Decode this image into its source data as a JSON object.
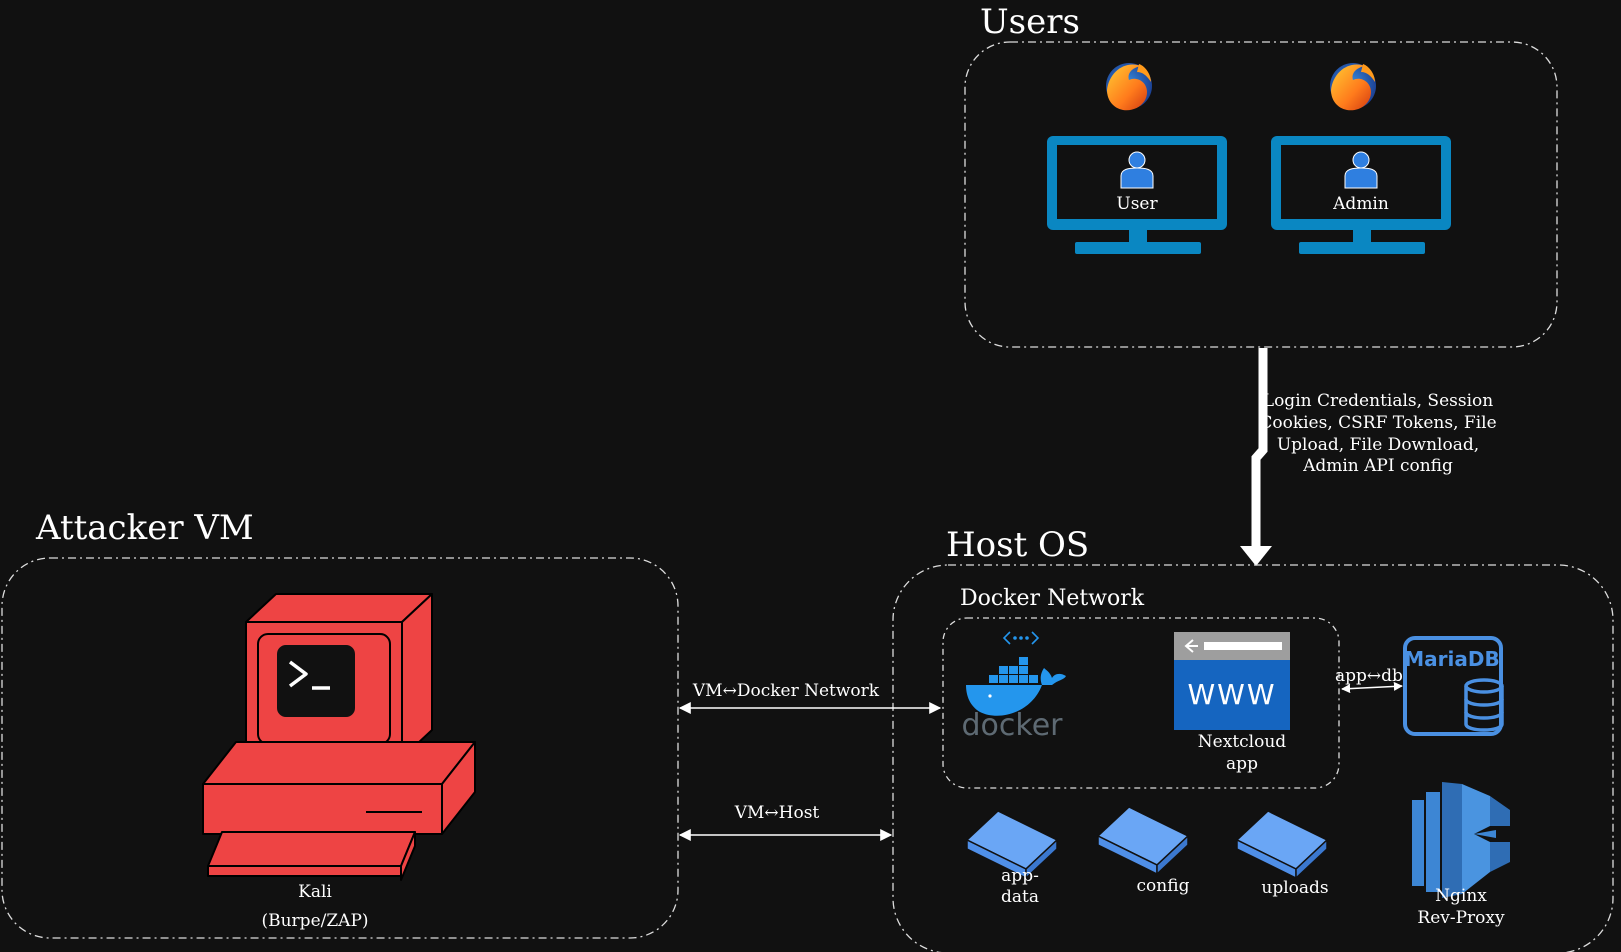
{
  "groups": {
    "users": "Users",
    "attacker": "Attacker VM",
    "host": "Host OS",
    "docker_network": "Docker Network"
  },
  "users": {
    "user_label": "User",
    "admin_label": "Admin"
  },
  "flow_label": {
    "line1": "Login Credentials,  Session",
    "line2": "Cookies, CSRF Tokens, File",
    "line3": "Upload, File Download,",
    "line4": "Admin API config"
  },
  "attacker": {
    "name_line1": "Kali",
    "name_line2": "(Burpe/ZAP)"
  },
  "links": {
    "vm_docker": "VM↔Docker Network",
    "vm_host": "VM↔Host",
    "app_db": "app↔db"
  },
  "docker_network": {
    "docker_logo_text": "docker",
    "www_text": "WWW",
    "app_line1": "Nextcloud",
    "app_line2": "app"
  },
  "mariadb": {
    "logo_text": "MariaDB"
  },
  "volumes": {
    "appdata_line1": "app-",
    "appdata_line2": "data",
    "config": "config",
    "uploads": "uploads"
  },
  "nginx": {
    "line1": "Nginx",
    "line2": "Rev-Proxy"
  },
  "colors": {
    "background": "#111111",
    "monitor": "#0a87c2",
    "user_icon": "#2f7fe0",
    "kali_red": "#ee4444",
    "mariadb": "#4a90e2",
    "volume": "#6aa6f5",
    "nginx": "#3d86d4",
    "docker": "#2496ed"
  }
}
